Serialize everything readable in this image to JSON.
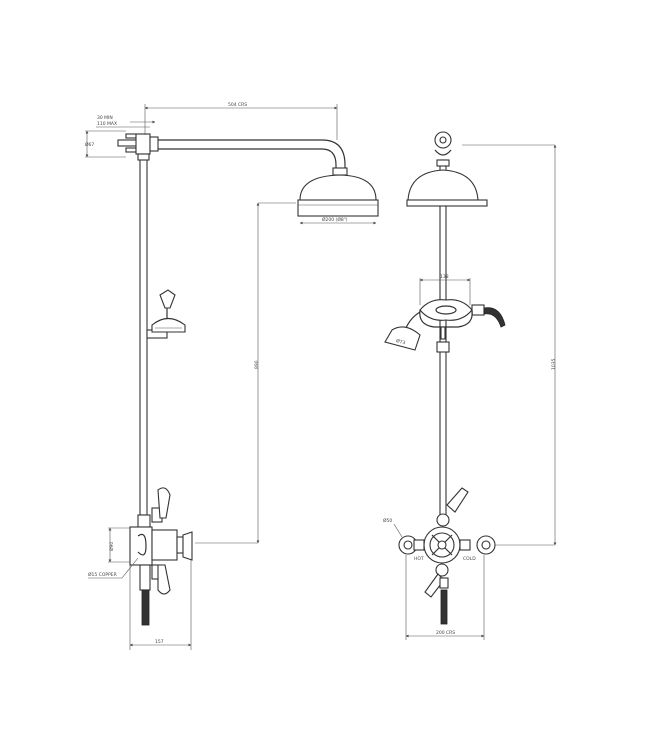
{
  "drawing": {
    "side_view": {
      "dim_arm_crs": "504 CRS",
      "dim_wall_min": "30 MIN",
      "dim_wall_max": "110 MAX",
      "dim_bracket_dia": "Ø67",
      "dim_rose_dia": "Ø200 (Ø8\")",
      "dim_height": "890",
      "dim_valve_dia": "Ø90",
      "dim_inlet": "Ø15 COPPER",
      "dim_depth": "157"
    },
    "front_view": {
      "dim_handset_width": "138",
      "dim_handset_dia": "Ø73",
      "dim_height": "1035",
      "dim_elbow_dia": "Ø50",
      "label_hot": "HOT",
      "label_cold": "COLD",
      "dim_inlet_crs": "200 CRS"
    }
  }
}
